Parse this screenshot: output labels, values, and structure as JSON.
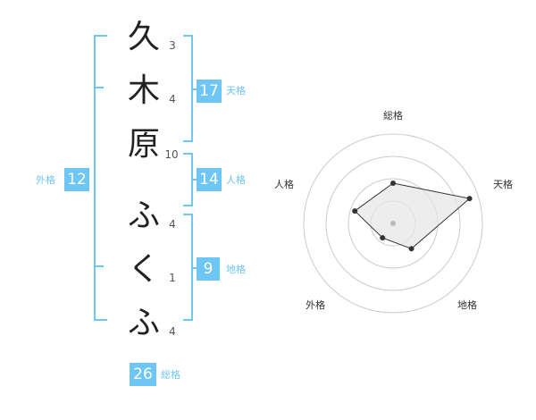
{
  "name": {
    "characters": [
      {
        "char": "久",
        "strokes": "3"
      },
      {
        "char": "木",
        "strokes": "4"
      },
      {
        "char": "原",
        "strokes": "10"
      },
      {
        "char": "ふ",
        "strokes": "4"
      },
      {
        "char": "く",
        "strokes": "1"
      },
      {
        "char": "ふ",
        "strokes": "4"
      }
    ]
  },
  "fortunes": {
    "tenkaku": {
      "value": "17",
      "label": "天格"
    },
    "jinkaku": {
      "value": "14",
      "label": "人格"
    },
    "chikaku": {
      "value": "9",
      "label": "地格"
    },
    "gaikaku": {
      "value": "12",
      "label": "外格"
    },
    "soukaku": {
      "value": "26",
      "label": "総格"
    }
  },
  "radar": {
    "axes": [
      "総格",
      "天格",
      "地格",
      "外格",
      "人格"
    ],
    "values": [
      0.45,
      0.9,
      0.35,
      0.2,
      0.45
    ],
    "colors": {
      "line": "#333333",
      "fill": "#e6e6e6",
      "ring": "#cccccc",
      "center": "#bbbbbb"
    }
  },
  "colors": {
    "accent": "#6ec6f4",
    "text": "#222222"
  }
}
